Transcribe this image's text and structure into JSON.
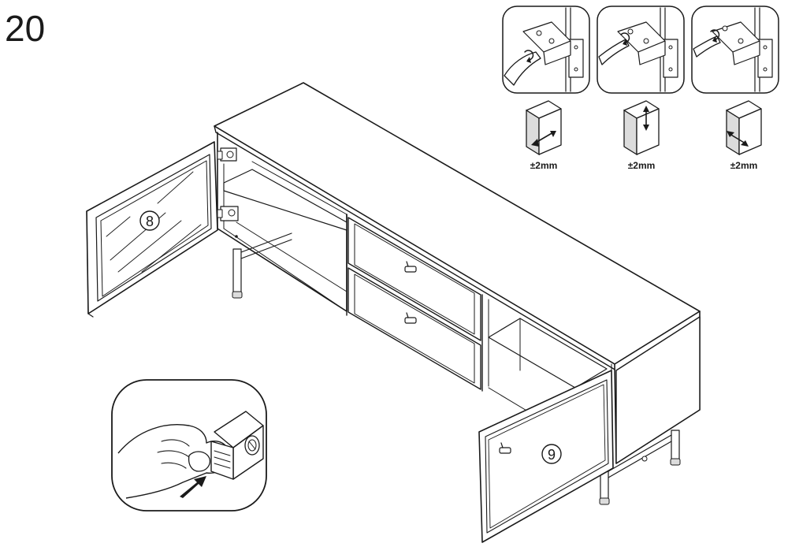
{
  "step_number": "20",
  "callouts": {
    "door_left": "8",
    "door_right": "9"
  },
  "adjustments": [
    {
      "label": "±2mm",
      "direction": "horizontal"
    },
    {
      "label": "±2mm",
      "direction": "vertical"
    },
    {
      "label": "±2mm",
      "direction": "depth"
    }
  ]
}
